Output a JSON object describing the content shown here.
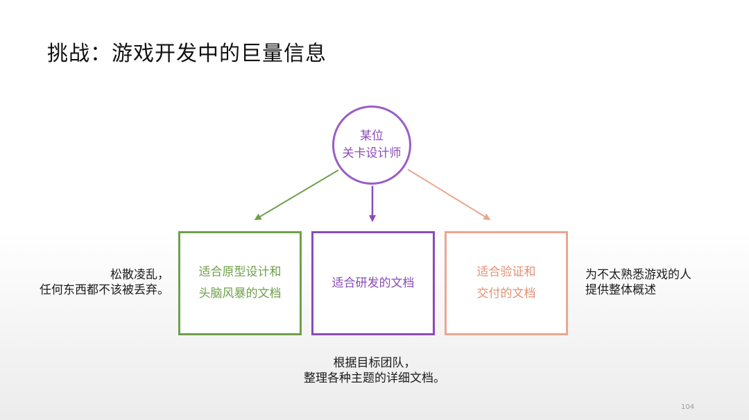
{
  "slide": {
    "title": "挑战：游戏开发中的巨量信息",
    "page_number": "104"
  },
  "center_node": {
    "line1": "某位",
    "line2": "关卡设计师"
  },
  "boxes": [
    {
      "line1": "适合原型设计和",
      "line2": "头脑风暴的文档",
      "color": "#6e9f4a"
    },
    {
      "line1": "适合研发的文档",
      "color": "#8a4bb8"
    },
    {
      "line1": "适合验证和",
      "line2": "交付的文档",
      "color": "#e58f73"
    }
  ],
  "notes": {
    "left": {
      "line1": "松散凌乱，",
      "line2": "任何东西都不该被丢弃。"
    },
    "right": {
      "line1": "为不太熟悉游戏的人",
      "line2": "提供整体概述"
    },
    "bottom": {
      "line1": "根据目标团队，",
      "line2": "整理各种主题的详细文档。"
    }
  },
  "colors": {
    "green": "#6e9f4a",
    "purple": "#8a4bb8",
    "salmon": "#eaa690"
  }
}
